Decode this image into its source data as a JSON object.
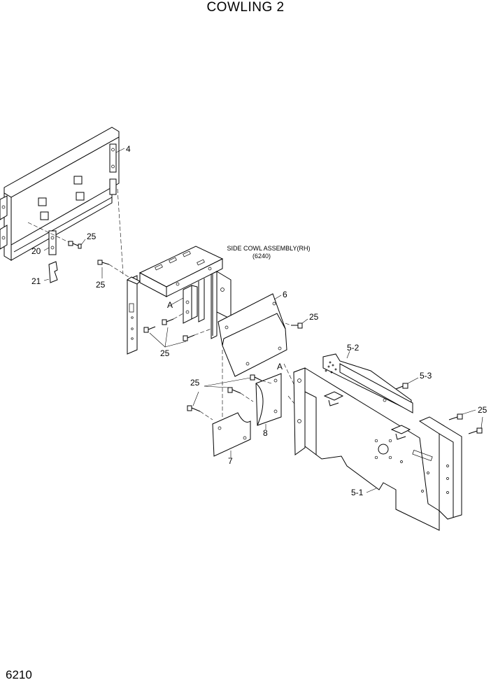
{
  "page": {
    "title": "COWLING 2",
    "page_number": "6210"
  },
  "callouts": {
    "c4": "4",
    "c20": "20",
    "c21": "21",
    "c25a": "25",
    "c25b": "25",
    "c25c": "25",
    "c25d": "25",
    "c25e": "25",
    "c25f": "25",
    "cA1": "A",
    "cA2": "A",
    "c6": "6",
    "c7": "7",
    "c8": "8",
    "c5_1": "5-1",
    "c5_2": "5-2",
    "c5_3": "5-3"
  },
  "assembly_note": {
    "line1": "SIDE COWL ASSEMBLY(RH)",
    "line2": "(6240)"
  }
}
